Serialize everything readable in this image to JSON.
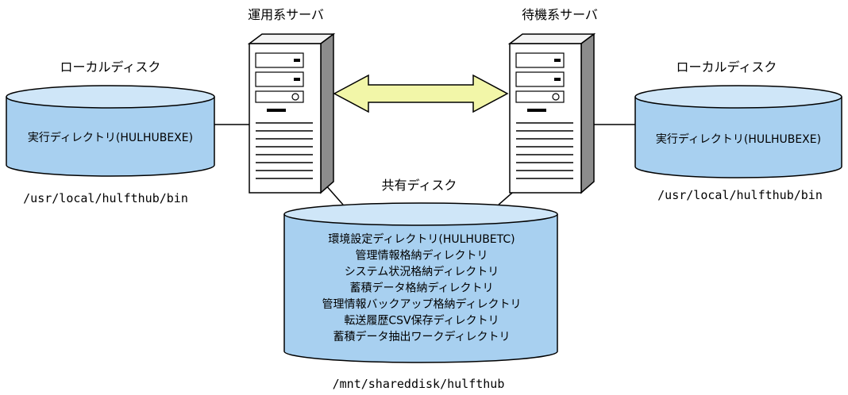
{
  "servers": {
    "active": {
      "title": "運用系サーバ"
    },
    "standby": {
      "title": "待機系サーバ"
    }
  },
  "local_disk_left": {
    "title": "ローカルディスク",
    "content": "実行ディレクトリ(HULHUBEXE)",
    "path": "/usr/local/hulfthub/bin"
  },
  "local_disk_right": {
    "title": "ローカルディスク",
    "content": "実行ディレクトリ(HULHUBEXE)",
    "path": "/usr/local/hulfthub/bin"
  },
  "shared_disk": {
    "title": "共有ディスク",
    "lines": [
      "環境設定ディレクトリ(HULHUBETC)",
      "管理情報格納ディレクトリ",
      "システム状況格納ディレクトリ",
      "蓄積データ格納ディレクトリ",
      "管理情報バックアップ格納ディレクトリ",
      "転送履歴CSV保存ディレクトリ",
      "蓄積データ抽出ワークディレクトリ"
    ],
    "path": "/mnt/shareddisk/hulfthub"
  },
  "colors": {
    "disk_fill": "#a8d0f0",
    "disk_top": "#cfe6f8",
    "arrow_fill": "#f2f6a8",
    "server_face": "#ffffff",
    "server_side": "#8c8c8c",
    "outline": "#000000"
  }
}
